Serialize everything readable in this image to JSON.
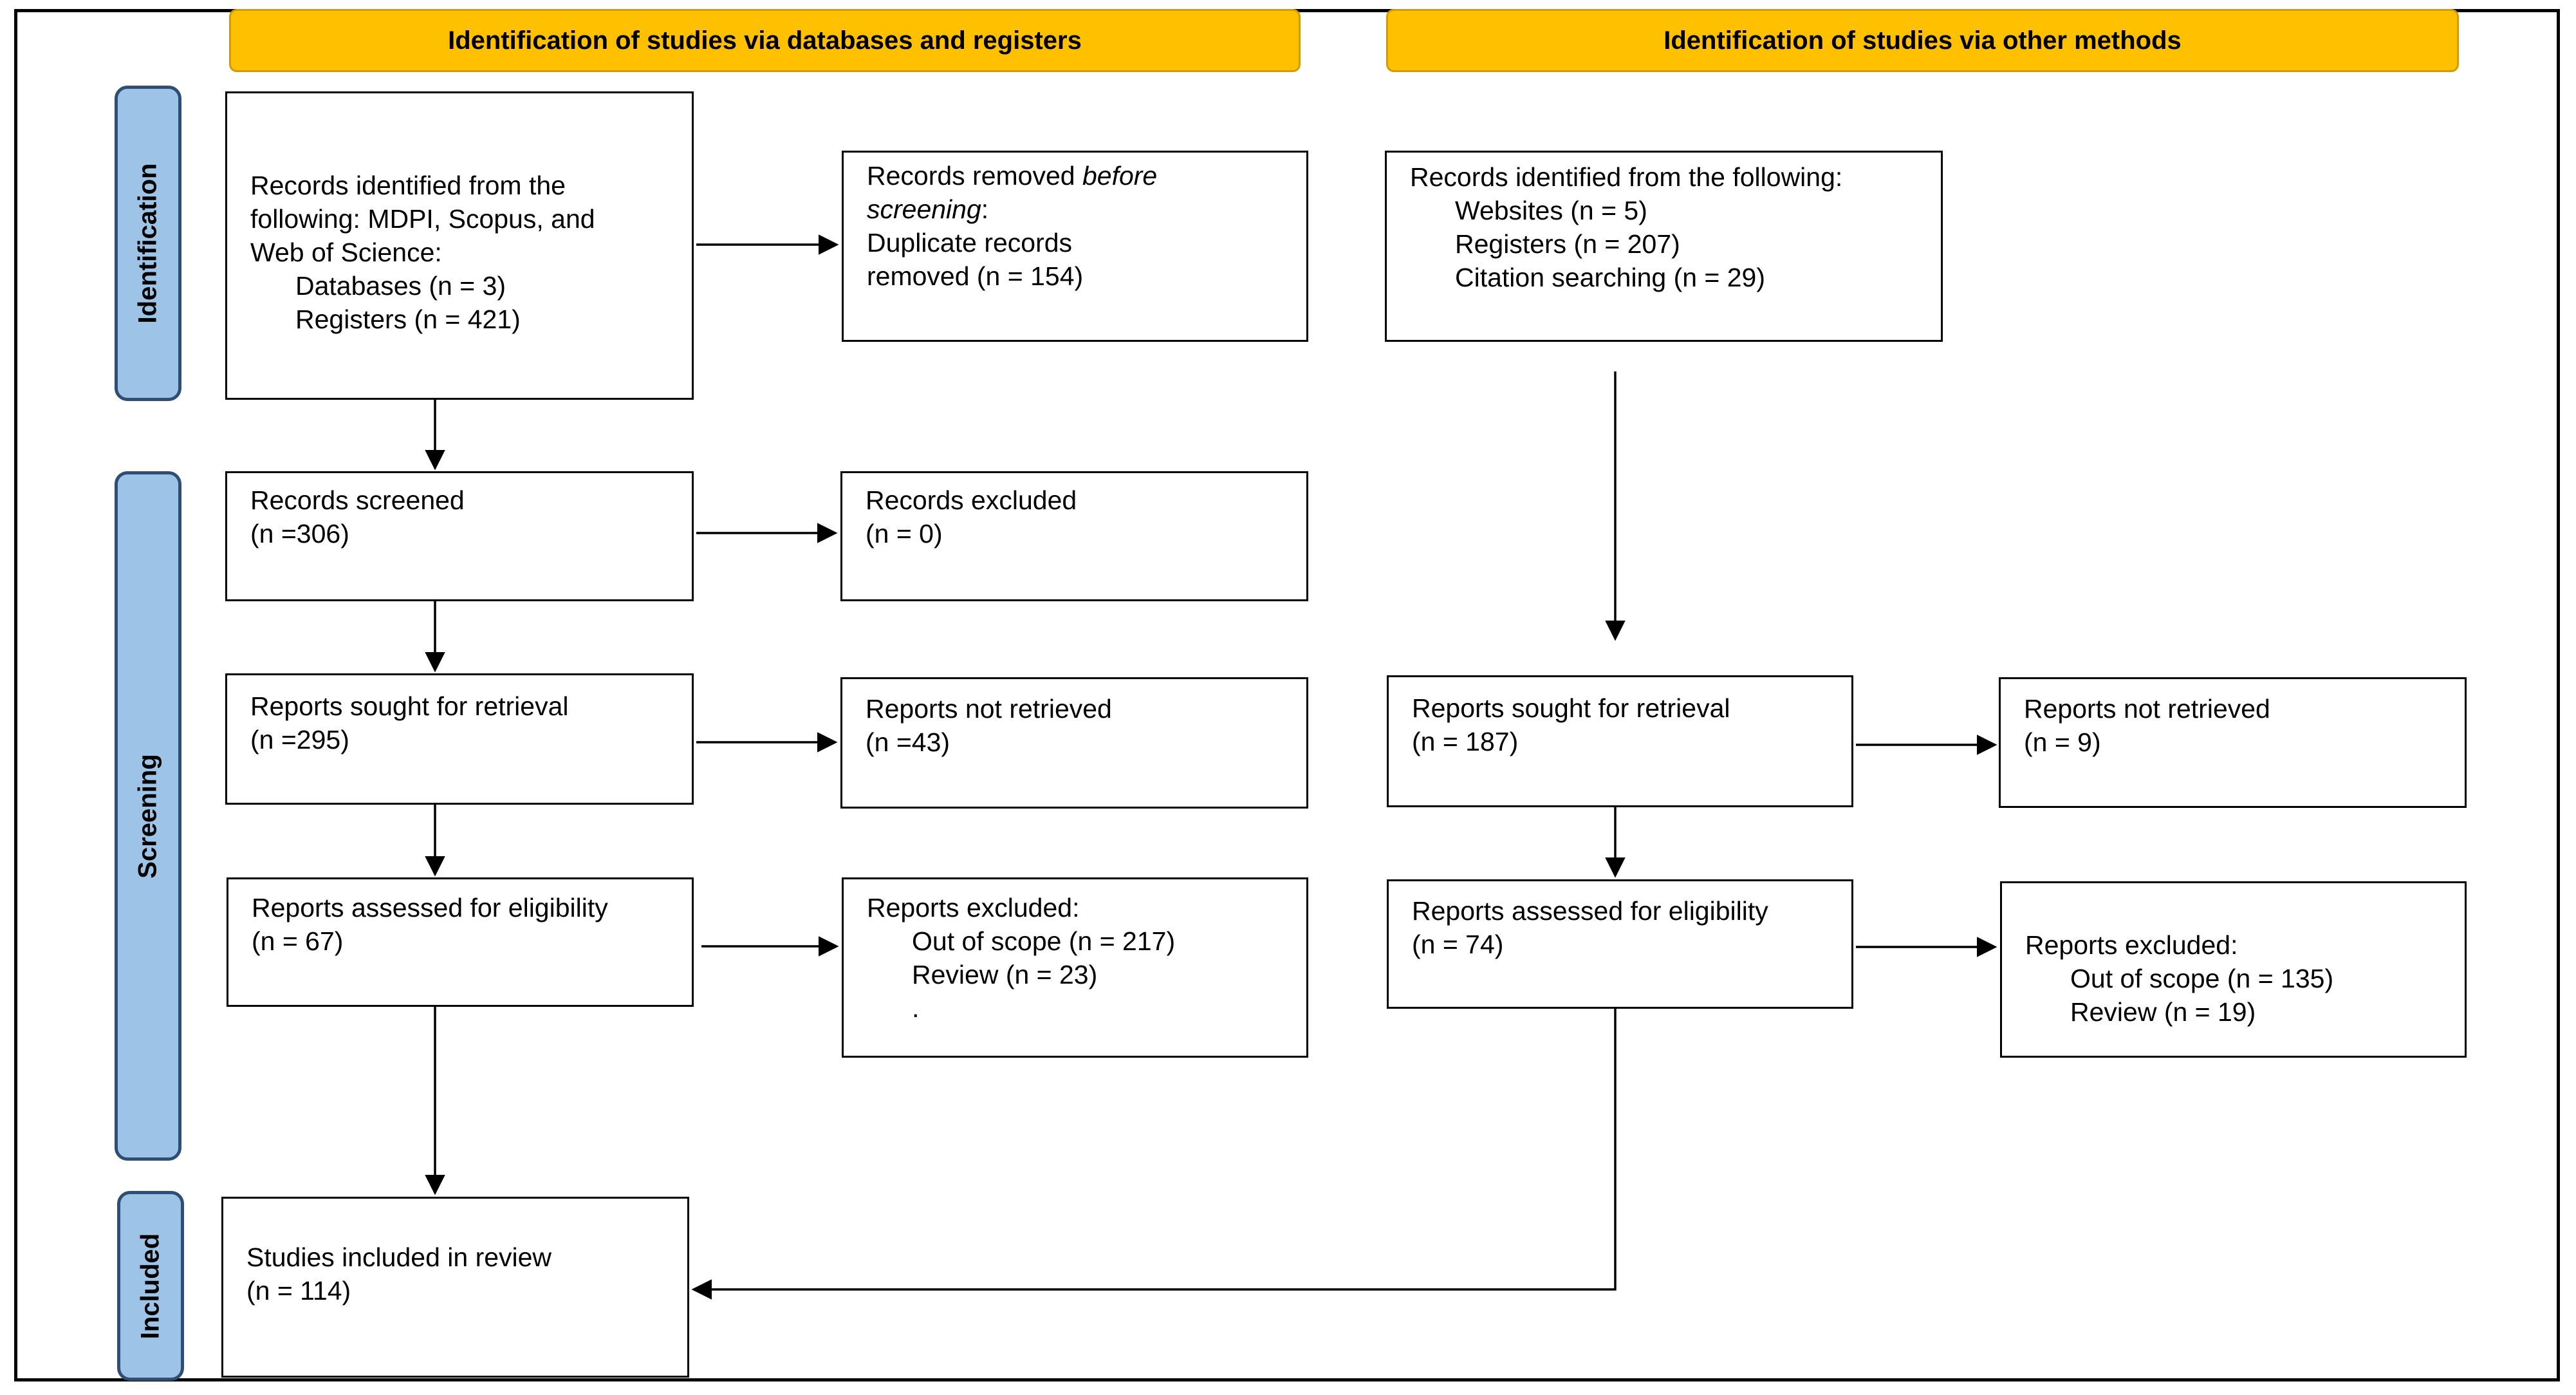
{
  "headers": {
    "databases": "Identification of studies via databases and registers",
    "other": "Identification of studies via other methods"
  },
  "phases": {
    "identification": "Identification",
    "screening": "Screening",
    "included": "Included"
  },
  "left": {
    "identified": {
      "line1": "Records identified from the",
      "line2": "following: MDPI, Scopus, and",
      "line3": "Web of Science:",
      "databases": "Databases (n = 3)",
      "registers": "Registers (n = 421)"
    },
    "removed": {
      "prefix": "Records removed ",
      "emph1": "before",
      "emph2": "screening",
      "colon": ":",
      "line3": "Duplicate records",
      "line4": "removed (n = 154)"
    },
    "screened": {
      "label": "Records screened",
      "count": "(n =306)"
    },
    "excluded": {
      "label": "Records excluded",
      "count": "(n = 0)"
    },
    "sought": {
      "label": "Reports sought for retrieval",
      "count": "(n =295)"
    },
    "not_retrieved": {
      "label": "Reports not retrieved",
      "count": "(n =43)"
    },
    "assessed": {
      "label": "Reports assessed for eligibility",
      "count": "(n = 67)"
    },
    "reports_excluded": {
      "label": "Reports excluded:",
      "scope": "Out of scope (n = 217)",
      "review": "Review (n = 23)",
      "dot": "."
    },
    "included": {
      "label": "Studies included in review",
      "count": "(n = 114)"
    }
  },
  "right": {
    "identified": {
      "line1": "Records identified from the following:",
      "websites": "Websites (n = 5)",
      "registers": "Registers (n = 207)",
      "citation": "Citation searching (n = 29)"
    },
    "sought": {
      "label": "Reports sought for retrieval",
      "count": "(n = 187)"
    },
    "not_retrieved": {
      "label": "Reports not retrieved",
      "count": "(n = 9)"
    },
    "assessed": {
      "label": "Reports assessed for eligibility",
      "count": "(n = 74)"
    },
    "reports_excluded": {
      "label": "Reports excluded:",
      "scope": "Out of scope (n = 135)",
      "review": "Review (n = 19)"
    }
  },
  "colors": {
    "header_fill": "#ffc000",
    "phase_fill": "#9dc3e6",
    "phase_border": "#2e4e75",
    "line": "#000000"
  }
}
